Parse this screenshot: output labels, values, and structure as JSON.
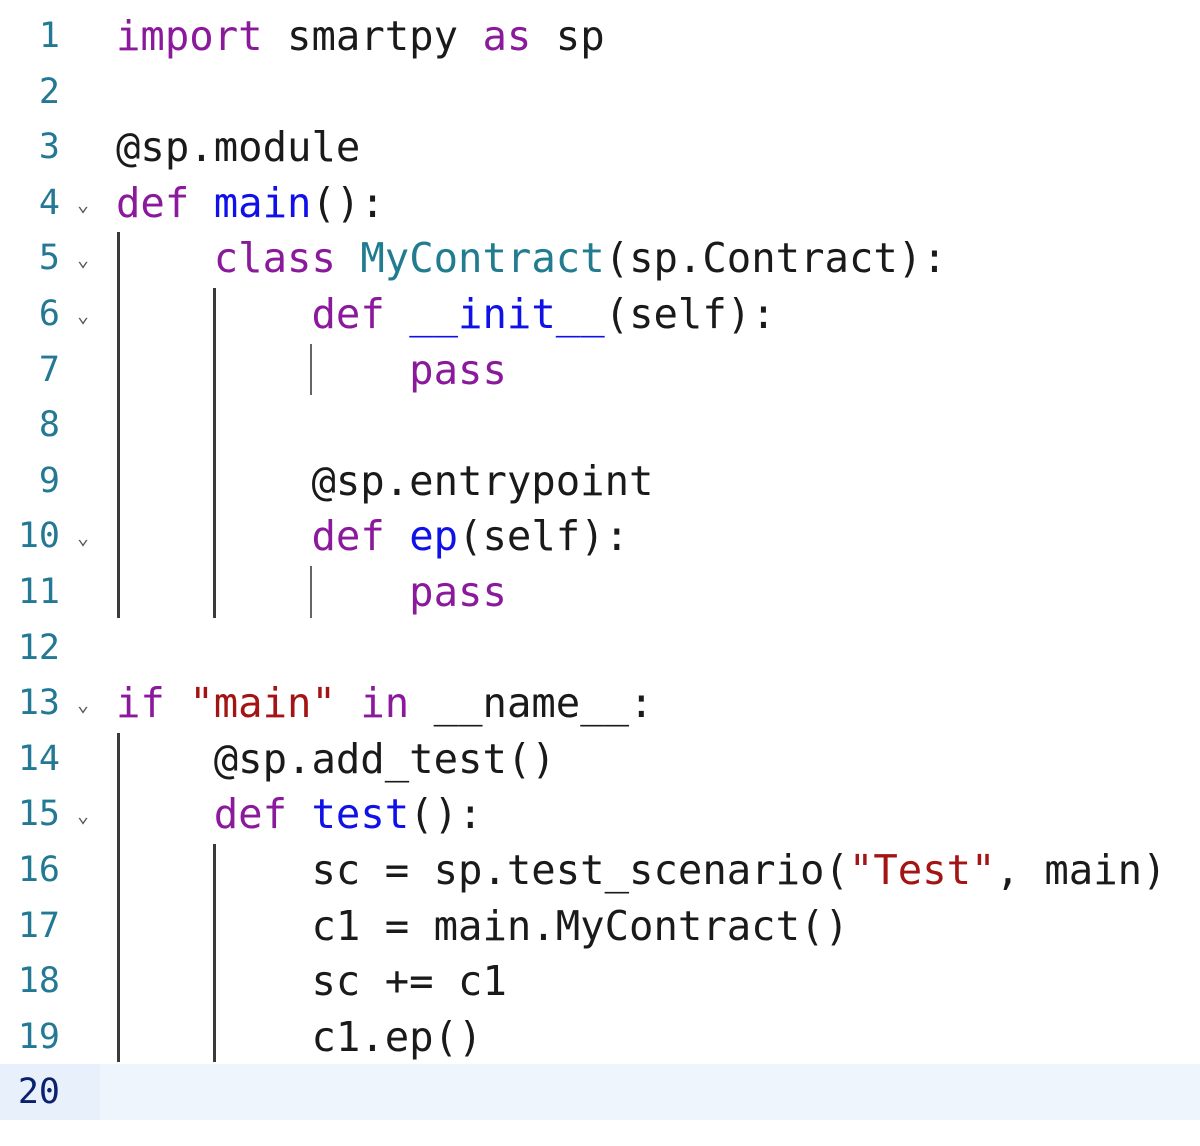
{
  "editor": {
    "current_line": 20,
    "lines": [
      {
        "num": "1",
        "fold": false,
        "tokens": [
          {
            "t": "import",
            "c": "kw"
          },
          {
            "t": " smartpy ",
            "c": "plain"
          },
          {
            "t": "as",
            "c": "kw"
          },
          {
            "t": " sp",
            "c": "plain"
          }
        ]
      },
      {
        "num": "2",
        "fold": false,
        "tokens": []
      },
      {
        "num": "3",
        "fold": false,
        "tokens": [
          {
            "t": "@sp.module",
            "c": "plain"
          }
        ]
      },
      {
        "num": "4",
        "fold": true,
        "tokens": [
          {
            "t": "def",
            "c": "kw"
          },
          {
            "t": " ",
            "c": "plain"
          },
          {
            "t": "main",
            "c": "fn"
          },
          {
            "t": "():",
            "c": "plain"
          }
        ]
      },
      {
        "num": "5",
        "fold": true,
        "tokens": [
          {
            "t": "    ",
            "c": "plain"
          },
          {
            "t": "class",
            "c": "kw"
          },
          {
            "t": " ",
            "c": "plain"
          },
          {
            "t": "MyContract",
            "c": "cls"
          },
          {
            "t": "(sp.Contract):",
            "c": "plain"
          }
        ]
      },
      {
        "num": "6",
        "fold": true,
        "tokens": [
          {
            "t": "        ",
            "c": "plain"
          },
          {
            "t": "def",
            "c": "kw"
          },
          {
            "t": " ",
            "c": "plain"
          },
          {
            "t": "__init__",
            "c": "fn"
          },
          {
            "t": "(self):",
            "c": "plain"
          }
        ]
      },
      {
        "num": "7",
        "fold": false,
        "tokens": [
          {
            "t": "            ",
            "c": "plain"
          },
          {
            "t": "pass",
            "c": "kw"
          }
        ]
      },
      {
        "num": "8",
        "fold": false,
        "tokens": []
      },
      {
        "num": "9",
        "fold": false,
        "tokens": [
          {
            "t": "        @sp.entrypoint",
            "c": "plain"
          }
        ]
      },
      {
        "num": "10",
        "fold": true,
        "tokens": [
          {
            "t": "        ",
            "c": "plain"
          },
          {
            "t": "def",
            "c": "kw"
          },
          {
            "t": " ",
            "c": "plain"
          },
          {
            "t": "ep",
            "c": "fn"
          },
          {
            "t": "(self):",
            "c": "plain"
          }
        ]
      },
      {
        "num": "11",
        "fold": false,
        "tokens": [
          {
            "t": "            ",
            "c": "plain"
          },
          {
            "t": "pass",
            "c": "kw"
          }
        ]
      },
      {
        "num": "12",
        "fold": false,
        "tokens": []
      },
      {
        "num": "13",
        "fold": true,
        "tokens": [
          {
            "t": "if",
            "c": "kw"
          },
          {
            "t": " ",
            "c": "plain"
          },
          {
            "t": "\"main\"",
            "c": "str"
          },
          {
            "t": " ",
            "c": "plain"
          },
          {
            "t": "in",
            "c": "kw"
          },
          {
            "t": " __name__:",
            "c": "plain"
          }
        ]
      },
      {
        "num": "14",
        "fold": false,
        "tokens": [
          {
            "t": "    @sp.add_test()",
            "c": "plain"
          }
        ]
      },
      {
        "num": "15",
        "fold": true,
        "tokens": [
          {
            "t": "    ",
            "c": "plain"
          },
          {
            "t": "def",
            "c": "kw"
          },
          {
            "t": " ",
            "c": "plain"
          },
          {
            "t": "test",
            "c": "fn"
          },
          {
            "t": "():",
            "c": "plain"
          }
        ]
      },
      {
        "num": "16",
        "fold": false,
        "tokens": [
          {
            "t": "        sc = sp.test_scenario(",
            "c": "plain"
          },
          {
            "t": "\"Test\"",
            "c": "str"
          },
          {
            "t": ", main)",
            "c": "plain"
          }
        ]
      },
      {
        "num": "17",
        "fold": false,
        "tokens": [
          {
            "t": "        c1 = main.MyContract()",
            "c": "plain"
          }
        ]
      },
      {
        "num": "18",
        "fold": false,
        "tokens": [
          {
            "t": "        sc += c1",
            "c": "plain"
          }
        ]
      },
      {
        "num": "19",
        "fold": false,
        "tokens": [
          {
            "t": "        c1.ep()",
            "c": "plain"
          }
        ]
      },
      {
        "num": "20",
        "fold": false,
        "tokens": []
      }
    ],
    "fold_glyph": "⌄",
    "colors": {
      "keyword": "#8a1a9b",
      "function": "#1010e8",
      "class": "#217c8f",
      "string": "#a31515",
      "line_number": "#237893",
      "current_line_bg": "#eef5fd"
    }
  }
}
